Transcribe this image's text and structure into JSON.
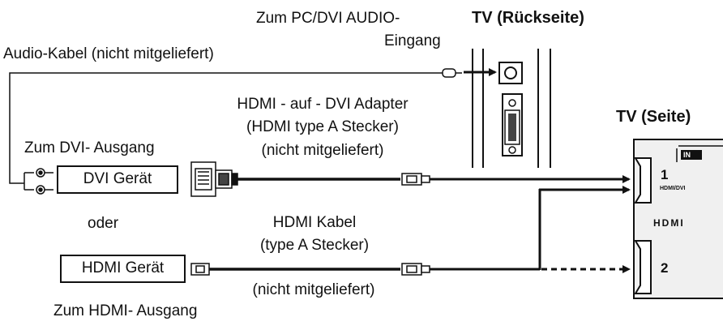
{
  "labels": {
    "pc_dvi_audio_line1": "Zum PC/DVI AUDIO-",
    "pc_dvi_audio_line2": "Eingang",
    "tv_back": "TV (Rückseite)",
    "audio_cable": "Audio-Kabel (nicht mitgeliefert)",
    "adapter_line1": "HDMI - auf - DVI Adapter",
    "adapter_line2": "(HDMI type A Stecker)",
    "adapter_line3": "(nicht mitgeliefert)",
    "tv_side": "TV (Seite)",
    "dvi_out": "Zum DVI- Ausgang",
    "dvi_device": "DVI Gerät",
    "or": "oder",
    "hdmi_cable_line1": "HDMI Kabel",
    "hdmi_cable_line2": "(type A Stecker)",
    "hdmi_device": "HDMI Gerät",
    "hdmi_not_included": "(nicht mitgeliefert)",
    "hdmi_out": "Zum HDMI- Ausgang"
  },
  "tv_panel": {
    "in_label": "IN",
    "port1_number": "1",
    "port1_label": "HDMI/DVI",
    "logo_text": "HDMI",
    "port2_number": "2"
  },
  "colors": {
    "line": "#111111",
    "background": "#ffffff"
  }
}
